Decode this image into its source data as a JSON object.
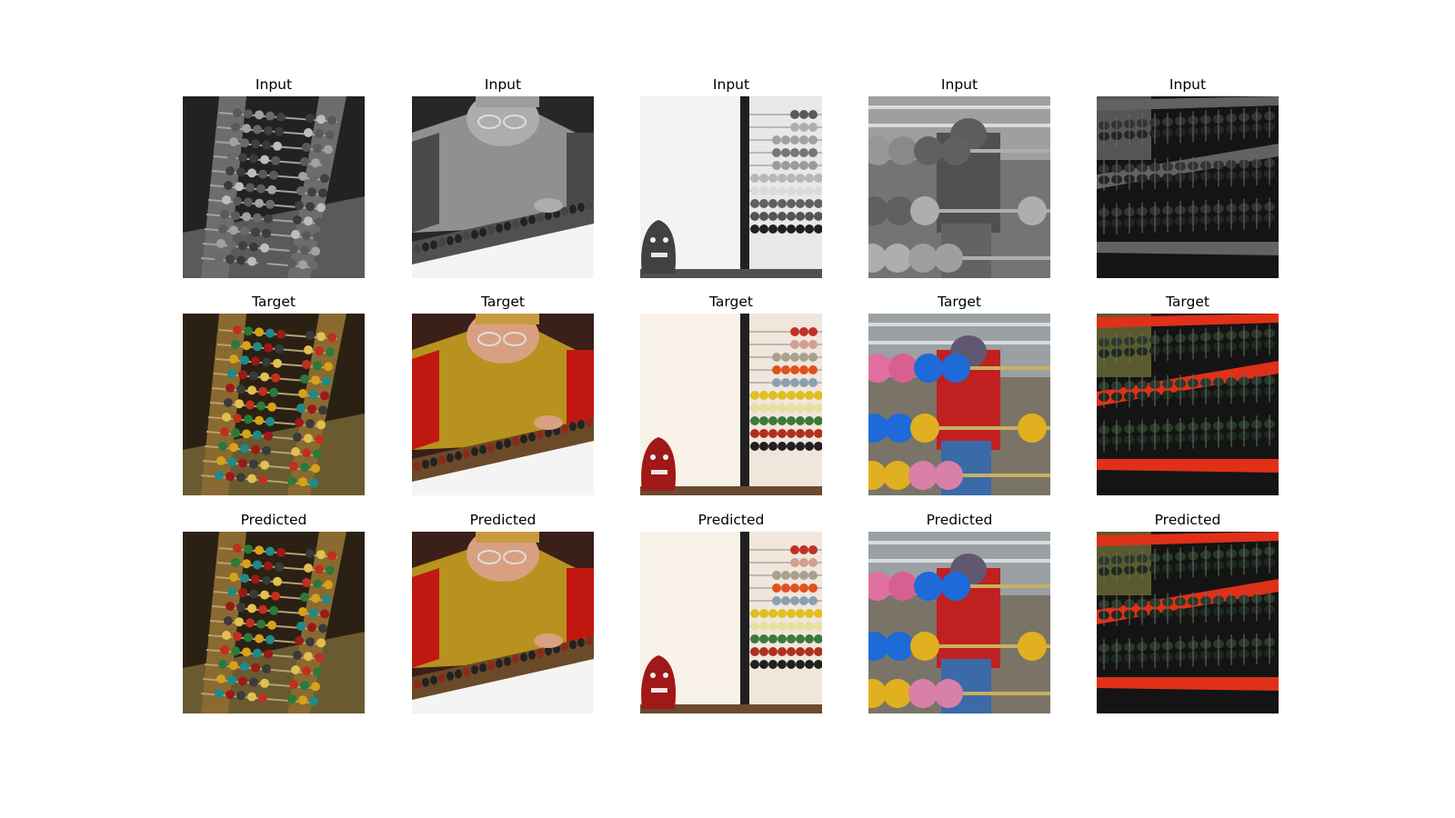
{
  "figure": {
    "row_titles": [
      "Input",
      "Target",
      "Predicted"
    ],
    "columns": [
      {
        "subject": "wooden abacus at an angle"
      },
      {
        "subject": "woman with glasses using a long abacus"
      },
      {
        "subject": "abacus beside a small face jug"
      },
      {
        "subject": "child behind a large colorful abacus"
      },
      {
        "subject": "large black abacus with red frame bars"
      }
    ]
  }
}
